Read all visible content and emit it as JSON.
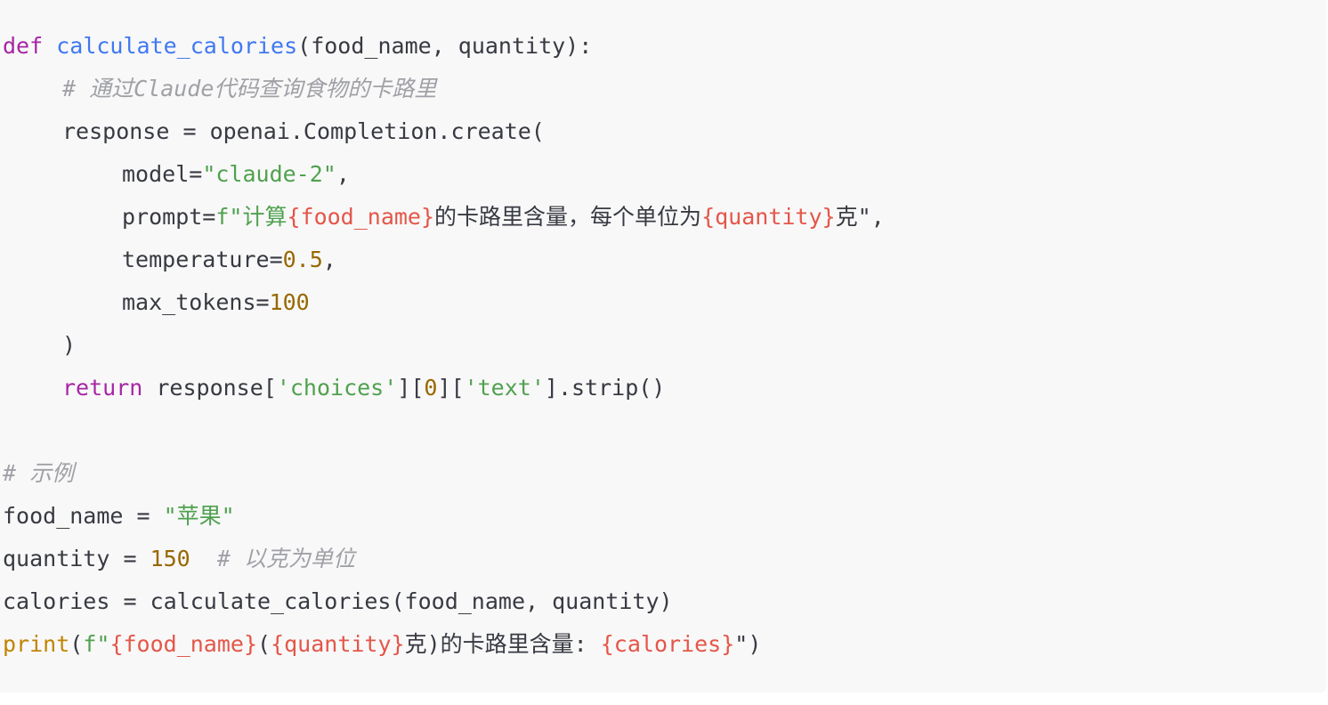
{
  "code": {
    "lines": [
      {
        "t": [
          "def",
          " ",
          "calculate_calories",
          "(food_name, quantity):"
        ]
      },
      {
        "t": [
          "# 通过Claude代码查询食物的卡路里"
        ]
      },
      {
        "t": [
          "response = openai.Completion.create("
        ]
      },
      {
        "t": [
          "model=",
          "\"claude-2\"",
          ","
        ]
      },
      {
        "t": [
          "prompt=",
          "f\"计算",
          "{food_name}",
          "的卡路里含量，每个单位为",
          "{quantity}",
          "克\","
        ]
      },
      {
        "t": [
          "temperature=",
          "0.5",
          ","
        ]
      },
      {
        "t": [
          "max_tokens=",
          "100"
        ]
      },
      {
        "t": [
          ")"
        ]
      },
      {
        "t": [
          "return",
          " response[",
          "'choices'",
          "][",
          "0",
          "][",
          "'text'",
          "].strip()"
        ]
      },
      {
        "t": [
          ""
        ]
      },
      {
        "t": [
          "# 示例"
        ]
      },
      {
        "t": [
          "food_name = ",
          "\"苹果\""
        ]
      },
      {
        "t": [
          "quantity = ",
          "150",
          "  ",
          "# 以克为单位"
        ]
      },
      {
        "t": [
          "calories = calculate_calories(food_name, quantity)"
        ]
      },
      {
        "t": [
          "print",
          "(",
          "f\"",
          "{food_name}",
          "(",
          "{quantity}",
          "克)的卡路里含量: ",
          "{calories}",
          "\")"
        ]
      }
    ]
  }
}
